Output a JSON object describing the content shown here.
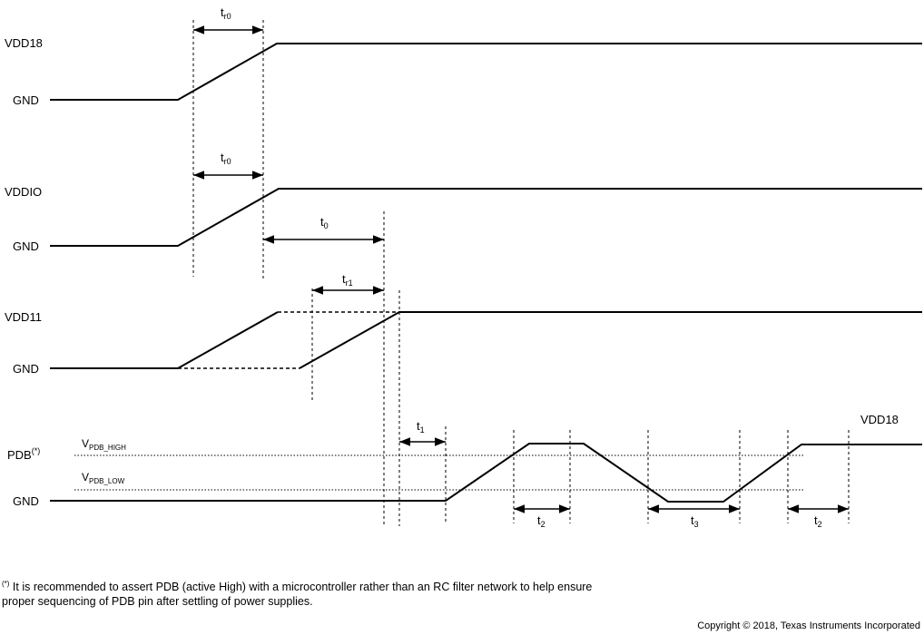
{
  "signals": {
    "vdd18": {
      "high": "VDD18",
      "low": "GND"
    },
    "vddio": {
      "high": "VDDIO",
      "low": "GND"
    },
    "vdd11": {
      "high": "VDD11",
      "low": "GND"
    },
    "pdb": {
      "name": "PDB",
      "name_sup": "(*)",
      "low": "GND",
      "end_label": "VDD18"
    }
  },
  "thresholds": {
    "high": {
      "main": "V",
      "sub": "PDB_HIGH"
    },
    "low": {
      "main": "V",
      "sub": "PDB_LOW"
    }
  },
  "timing_labels": {
    "tr0_vdd18": {
      "main": "t",
      "sub": "r0"
    },
    "tr0_vddio": {
      "main": "t",
      "sub": "r0"
    },
    "t0": {
      "main": "t",
      "sub": "0"
    },
    "tr1": {
      "main": "t",
      "sub": "r1"
    },
    "t1": {
      "main": "t",
      "sub": "1"
    },
    "t2_a": {
      "main": "t",
      "sub": "2"
    },
    "t3": {
      "main": "t",
      "sub": "3"
    },
    "t2_b": {
      "main": "t",
      "sub": "2"
    }
  },
  "footnote": {
    "marker": "(*)",
    "text_line1": " It is recommended to assert PDB (active High) with a microcontroller rather than an RC filter network to help ensure",
    "text_line2": "proper sequencing of PDB pin after settling of power supplies."
  },
  "copyright": "Copyright © 2018, Texas Instruments Incorporated"
}
